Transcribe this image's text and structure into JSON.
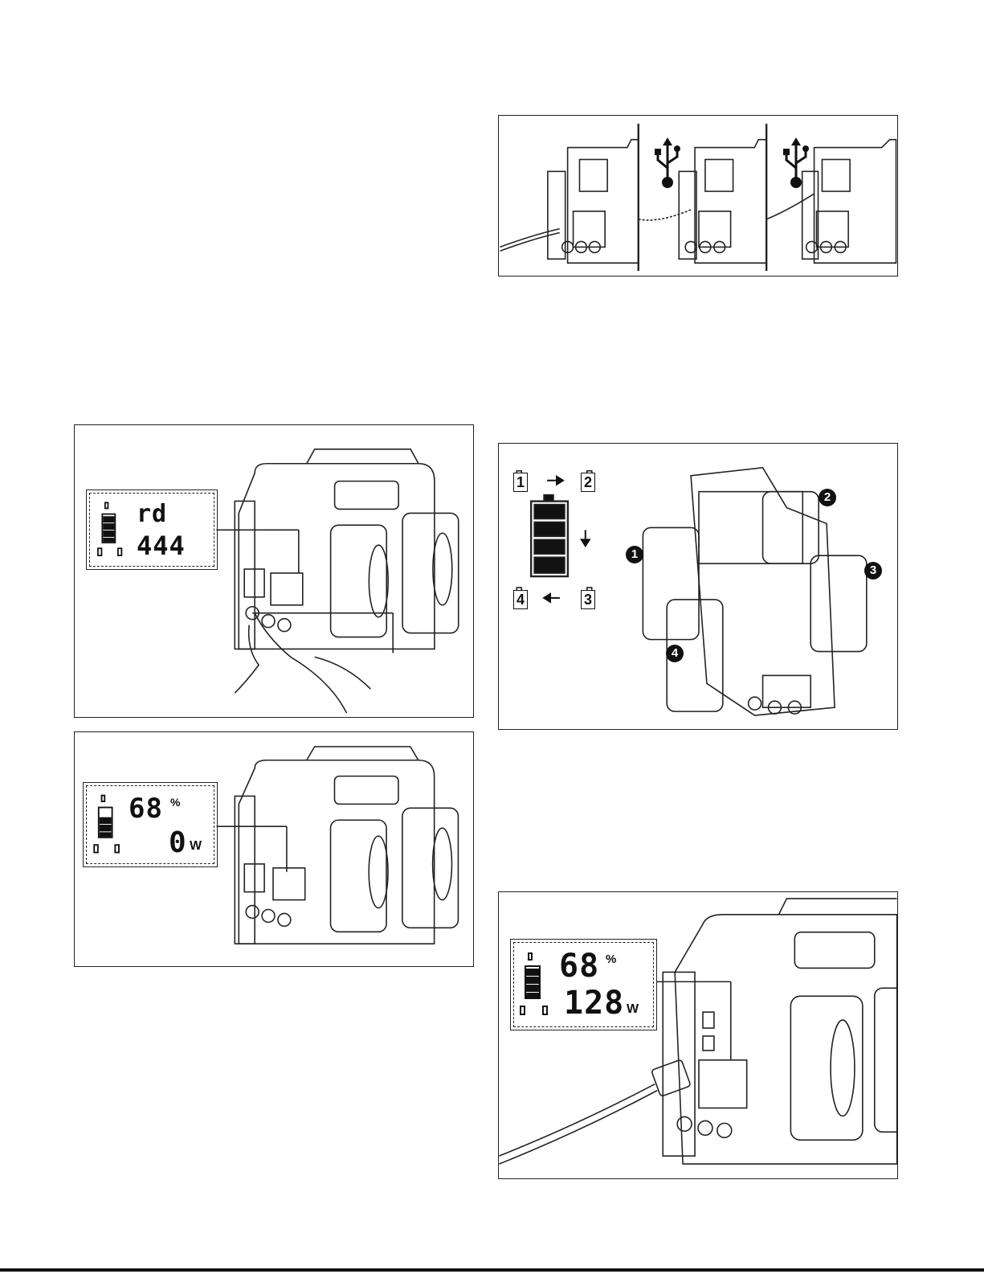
{
  "fig_display_on": {
    "lcd_top": "rd",
    "lcd_bottom": "444"
  },
  "fig_idle": {
    "percent_value": "68",
    "percent_unit": "%",
    "watts_value": "0",
    "watts_unit": "W"
  },
  "fig_usb": {
    "icons": [
      "usb-icon",
      "usb-icon"
    ]
  },
  "fig_battery_order": {
    "slots": [
      "1",
      "2",
      "3",
      "4"
    ],
    "badges": [
      "1",
      "2",
      "3",
      "4"
    ]
  },
  "fig_ac_charging": {
    "percent_value": "68",
    "percent_unit": "%",
    "watts_value": "128",
    "watts_unit": "W"
  },
  "colors": {
    "ink": "#111111",
    "paper": "#ffffff"
  }
}
